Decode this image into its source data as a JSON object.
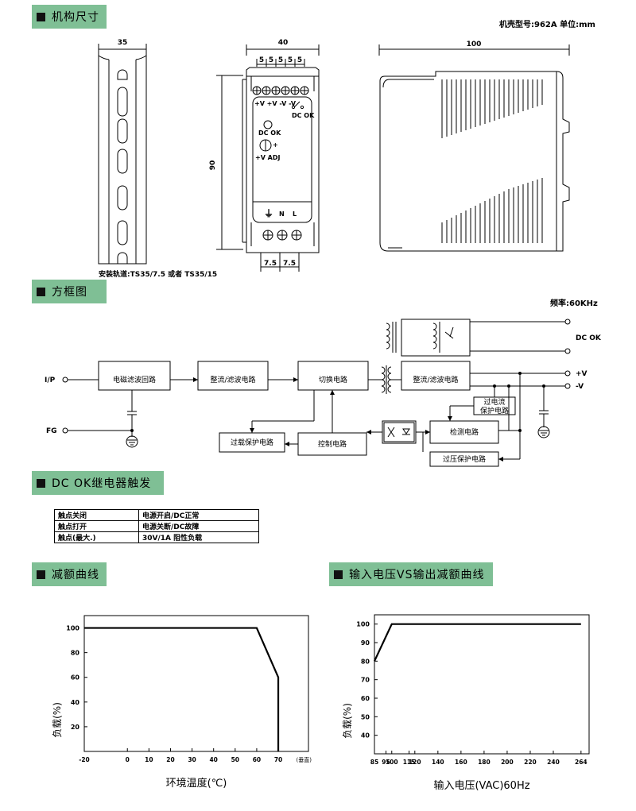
{
  "sections": {
    "mechanical": "机构尺寸",
    "block_diagram": "方框图",
    "relay": "DC OK继电器触发",
    "derating": "减额曲线",
    "input_derating": "输入电压VS输出减额曲线"
  },
  "mechanical": {
    "case_info": "机壳型号:962A 单位:mm",
    "rail_width": "35",
    "rail_note": "安装轨道:TS35/7.5 或者 TS35/15",
    "front_width": "40",
    "height": "90",
    "side_depth": "100",
    "pitch_top": [
      "5",
      "5",
      "5",
      "5",
      "5"
    ],
    "pitch_bottom": [
      "7.5",
      "7.5"
    ],
    "terminal_labels": "+V +V -V -V",
    "dc_ok_switch_label": "DC OK",
    "led_label": "DC OK",
    "adj_label": "+V ADJ",
    "adj_plus": "+",
    "input_labels": {
      "ground": "⏚",
      "n": "N",
      "l": "L"
    }
  },
  "block": {
    "frequency": "频率:60KHz",
    "ip": "I/P",
    "fg": "FG",
    "emi": "电磁滤波回路",
    "rectifier_in": "整流/滤波电路",
    "switching": "切换电路",
    "rectifier_out": "整流/滤波电路",
    "overload": "过载保护电路",
    "control": "控制电路",
    "detect": "检测电路",
    "overcurrent": [
      "过电流",
      "保护电路"
    ],
    "overvoltage": "过压保护电路",
    "dc_ok": "DC OK",
    "plus_v": "+V",
    "minus_v": "-V"
  },
  "relay_table": [
    [
      "触点关闭",
      "电源开启/DC正常"
    ],
    [
      "触点打开",
      "电源关断/DC故障"
    ],
    [
      "触点(最大.)",
      "30V/1A 阻性负载"
    ]
  ],
  "chart_data": [
    {
      "type": "line",
      "x": [
        -20,
        60,
        70,
        70
      ],
      "y": [
        100,
        100,
        60,
        0
      ],
      "xticks": [
        -20,
        0,
        10,
        20,
        30,
        40,
        50,
        60,
        70
      ],
      "yticks": [
        20,
        40,
        60,
        80,
        100
      ],
      "xlim": [
        -20,
        84
      ],
      "ylim": [
        0,
        110
      ],
      "xlabel": "环境温度(℃)",
      "ylabel": "负载(%)",
      "x_unit_note": "(垂直)",
      "grid": false
    },
    {
      "type": "line",
      "x": [
        85,
        100,
        264
      ],
      "y": [
        80,
        100,
        100
      ],
      "xticks": [
        85,
        95,
        100,
        115,
        120,
        140,
        160,
        180,
        200,
        220,
        240,
        264
      ],
      "yticks": [
        40,
        50,
        60,
        70,
        80,
        90,
        100
      ],
      "xlim": [
        85,
        271
      ],
      "ylim": [
        30,
        105
      ],
      "xlabel": "输入电压(VAC)60Hz",
      "ylabel": "负载(%)",
      "grid": false
    }
  ]
}
